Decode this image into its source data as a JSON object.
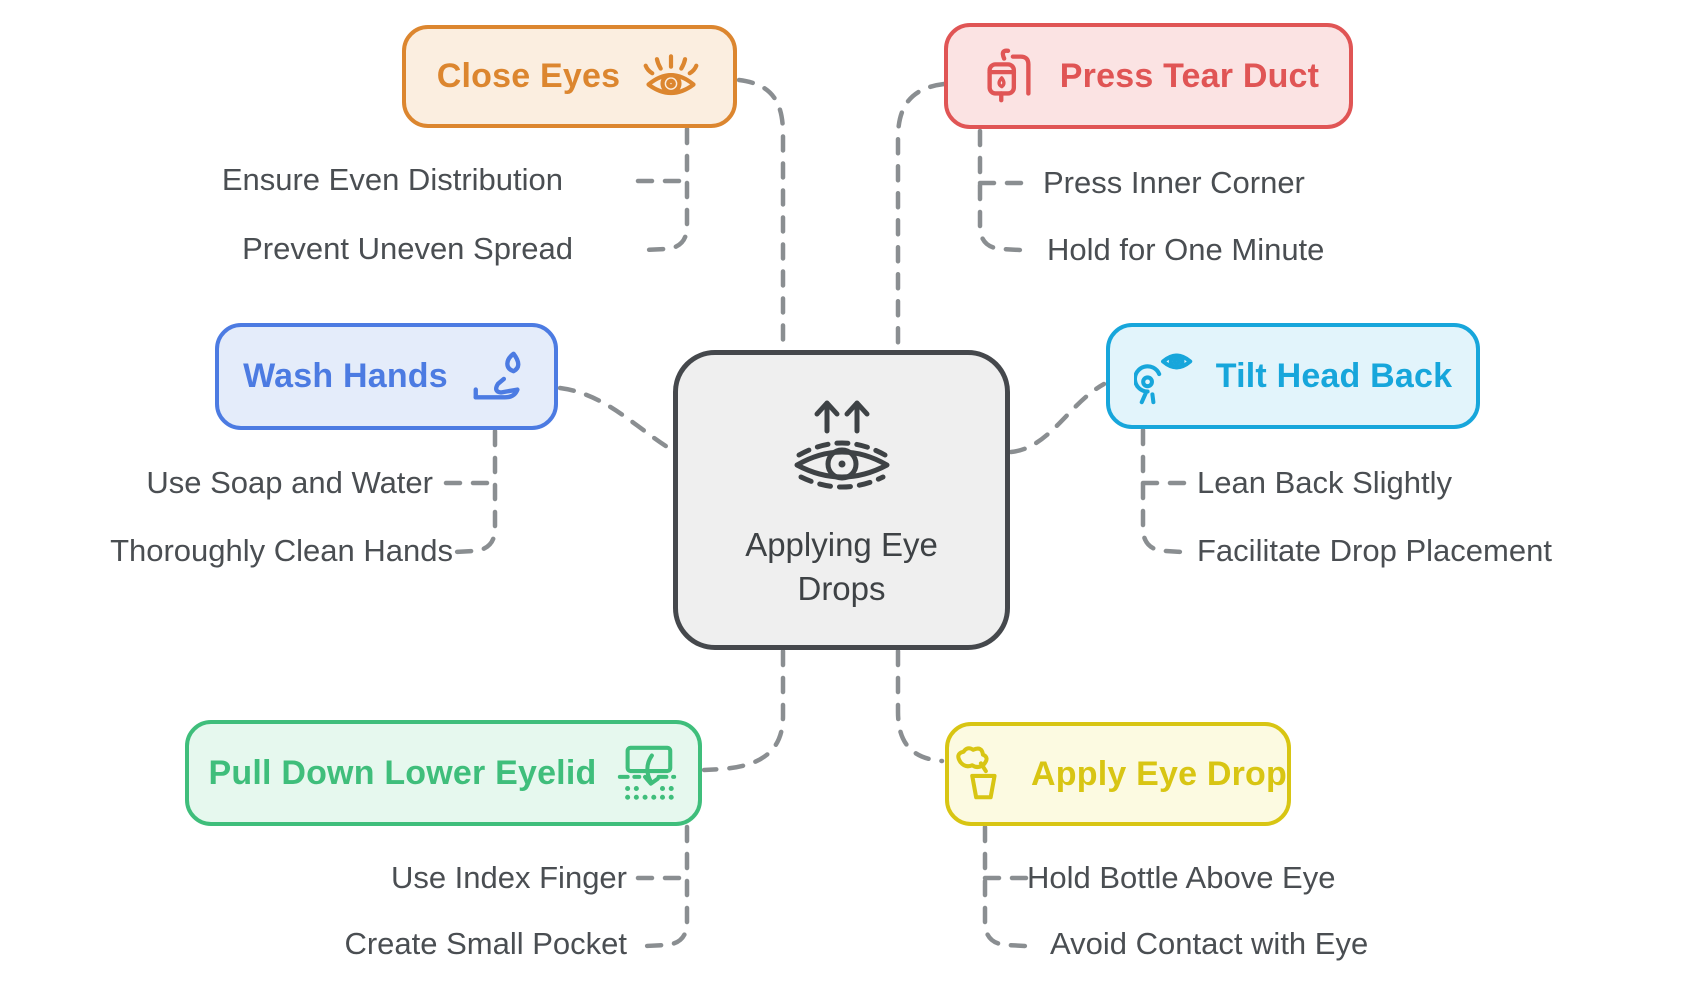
{
  "center": {
    "title": "Applying Eye Drops",
    "icon": "eye-with-up-arrows-icon",
    "border_color": "#45484C",
    "background": "#EFEFEF"
  },
  "branches": [
    {
      "label": "Close Eyes",
      "icon": "eye-lashes-icon",
      "color": "#DC862F",
      "background": "#FBEEE0",
      "items": [
        "Ensure Even Distribution",
        "Prevent Uneven Spread"
      ]
    },
    {
      "label": "Press Tear Duct",
      "icon": "drip-bag-icon",
      "color": "#E05555",
      "background": "#FBE3E3",
      "items": [
        "Press Inner Corner",
        "Hold for One Minute"
      ]
    },
    {
      "label": "Wash Hands",
      "icon": "hand-water-drop-icon",
      "color": "#4C7BE2",
      "background": "#E4ECFA",
      "items": [
        "Use Soap and Water",
        "Thoroughly Clean Hands"
      ]
    },
    {
      "label": "Tilt Head Back",
      "icon": "tilted-head-eye-icon",
      "color": "#17A6DB",
      "background": "#E2F4FB",
      "items": [
        "Lean Back Slightly",
        "Facilitate Drop Placement"
      ]
    },
    {
      "label": "Pull Down Lower Eyelid",
      "icon": "pull-down-eyelid-icon",
      "color": "#3FBE7B",
      "background": "#E6F8EE",
      "items": [
        "Use Index Finger",
        "Create Small Pocket"
      ]
    },
    {
      "label": "Apply Eye Drop",
      "icon": "hand-dropper-cup-icon",
      "color": "#D8C513",
      "background": "#FCFAE1",
      "items": [
        "Hold Bottle Above Eye",
        "Avoid Contact with Eye"
      ]
    }
  ],
  "connector_color": "#8A8E91",
  "sub_text_color": "#4A4E52"
}
